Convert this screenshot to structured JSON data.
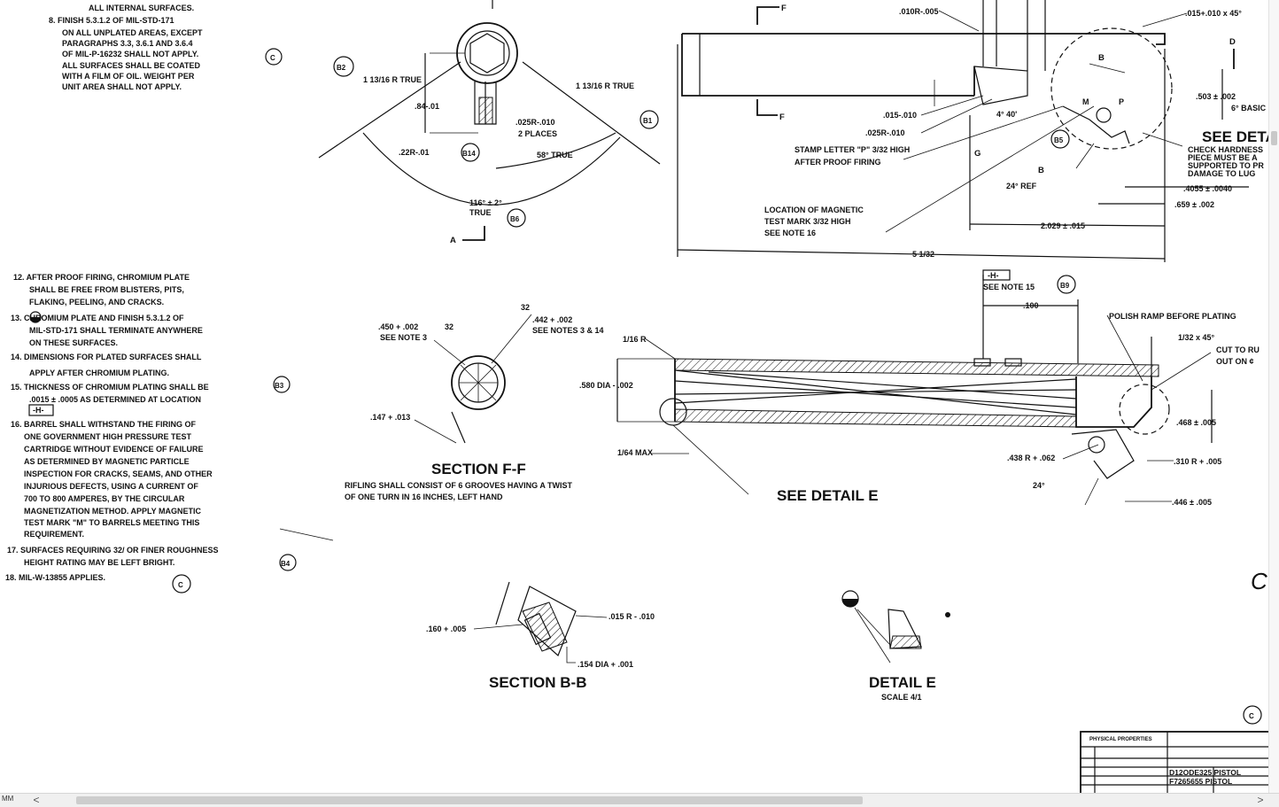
{
  "notes": {
    "top_lines": [
      "ALL INTERNAL SURFACES."
    ],
    "n8": [
      "8. FINISH 5.3.1.2 OF MIL-STD-171",
      "ON ALL UNPLATED AREAS, EXCEPT",
      "PARAGRAPHS 3.3, 3.6.1 AND 3.6.4",
      "OF MIL-P-16232 SHALL NOT APPLY.",
      "ALL SURFACES SHALL BE COATED",
      "WITH A FILM OF OIL. WEIGHT PER",
      "UNIT AREA SHALL NOT APPLY."
    ],
    "n12": [
      "12. AFTER PROOF FIRING, CHROMIUM PLATE",
      "SHALL BE FREE FROM BLISTERS, PITS,",
      "FLAKING, PEELING, AND CRACKS."
    ],
    "n13": [
      "13.    CHROMIUM PLATE AND FINISH 5.3.1.2 OF",
      "MIL-STD-171 SHALL TERMINATE ANYWHERE",
      "ON THESE SURFACES."
    ],
    "n14": [
      "14. DIMENSIONS FOR PLATED SURFACES SHALL",
      "APPLY AFTER CHROMIUM PLATING."
    ],
    "n15": [
      "15. THICKNESS OF CHROMIUM PLATING SHALL BE",
      ".0015 ± .0005 AS DETERMINED AT LOCATION"
    ],
    "n15_box": "-H-",
    "n16": [
      "16. BARREL SHALL WITHSTAND THE FIRING OF",
      "ONE GOVERNMENT HIGH PRESSURE TEST",
      "CARTRIDGE WITHOUT EVIDENCE OF FAILURE",
      "AS DETERMINED BY MAGNETIC PARTICLE",
      "INSPECTION FOR CRACKS, SEAMS, AND OTHER",
      "INJURIOUS DEFECTS, USING A CURRENT OF",
      "700 TO 800 AMPERES, BY THE CIRCULAR",
      "MAGNETIZATION METHOD. APPLY MAGNETIC",
      "TEST MARK \"M\" TO BARRELS MEETING THIS",
      "REQUIREMENT."
    ],
    "n17": [
      "17. SURFACES REQUIRING  32/ OR FINER ROUGHNESS",
      "HEIGHT RATING MAY BE LEFT BRIGHT."
    ],
    "n18": [
      "18. MIL-W-13855 APPLIES."
    ]
  },
  "markers": {
    "c": "C",
    "b1": "B1",
    "b2": "B2",
    "b3": "B3",
    "b4": "B4",
    "b5": "B5",
    "b6": "B6",
    "b9": "B9",
    "b14": "B14"
  },
  "end_view": {
    "r_left": "1 13/16 R TRUE",
    "r_right": "1 13/16 R TRUE",
    "dim_84": ".84-.01",
    "dim_025r": ".025R-.010",
    "two_places": "2 PLACES",
    "dim_22r": ".22R-.01",
    "ang_58": "58° TRUE",
    "ang_116": "116° ± 2°",
    "true": "TRUE",
    "view_a": "A"
  },
  "top_view": {
    "view_f_top": "F",
    "view_f_bottom": "F",
    "dim_010r": ".010R-.005",
    "dim_015_045": ".015+.010 x 45°",
    "label_b1": "B",
    "label_b2": "B",
    "label_d": "D",
    "label_m": "M",
    "label_p": "P",
    "label_g": "G",
    "dim_503": ".503 ± .002",
    "basic": "6° BASIC",
    "dim_015_010": ".015-.010",
    "dim_025r": ".025R-.010",
    "ang_440": "4° 40'",
    "see_detail": "SEE DETAIL",
    "stamp": [
      "STAMP LETTER \"P\"  3/32 HIGH",
      "AFTER PROOF FIRING"
    ],
    "check": [
      "CHECK HARDNESS",
      "PIECE MUST BE A",
      "SUPPORTED TO PR",
      "DAMAGE TO LUG"
    ],
    "ref24": "24° REF",
    "dim_4055": ".4055 ± .0040",
    "dim_659": ".659 ± .002",
    "location": [
      "LOCATION OF MAGNETIC",
      "TEST MARK  3/32 HIGH",
      "SEE NOTE 16"
    ],
    "dim_2029": "2.029 ± .015",
    "dim_5": "5 1/32"
  },
  "section_ff": {
    "dim_450": ".450 + .002",
    "see_note3": "SEE NOTE 3",
    "rough1": "32",
    "rough2": "32",
    "dim_442": ".442 + .002",
    "see_notes": "SEE NOTES 3 & 14",
    "dim_147": ".147 + .013",
    "title": "SECTION F-F",
    "rifling": [
      "RIFLING SHALL CONSIST OF 6 GROOVES HAVING A TWIST",
      "OF ONE TURN IN 16 INCHES, LEFT HAND"
    ]
  },
  "long_view": {
    "h_box": "-H-",
    "see_note15": "SEE NOTE 15",
    "dim_100": ".100",
    "polish": "POLISH RAMP BEFORE PLATING",
    "r16": "1/16 R",
    "chamfer": "1/32 x 45°",
    "cut": [
      "CUT TO RU",
      "OUT ON ¢"
    ],
    "dim_580": ".580 DIA - .002",
    "dim_468": ".468 ± .005",
    "max": "1/64 MAX",
    "dim_438": ".438 R + .062",
    "dim_310": ".310 R + .005",
    "ang24": "24°",
    "see_detail_e": "SEE DETAIL E",
    "dim_446": ".446 ± .005"
  },
  "section_bb": {
    "dim_160": ".160 + .005",
    "dim_015r": ".015 R - .010",
    "dim_154": ".154 DIA + .001",
    "title": "SECTION B-B"
  },
  "detail_e": {
    "title": "DETAIL E",
    "scale": "SCALE 4/1"
  },
  "title_block": {
    "header": "PHYSICAL PROPERTIES",
    "r1": "D12ODE325  PISTOL",
    "r2": "F7265655   PISTOL"
  },
  "edge_mark": "C",
  "scrollbar": {
    "unit": "MM",
    "left_arrow": "<",
    "right_arrow": ">"
  }
}
